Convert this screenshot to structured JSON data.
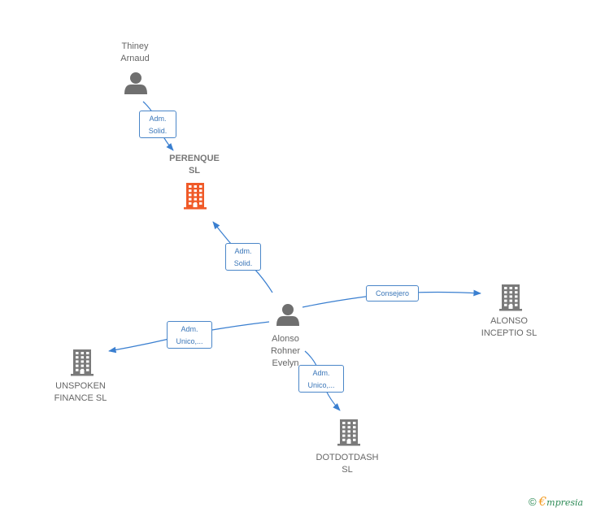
{
  "nodes": [
    {
      "id": "thiney",
      "kind": "person",
      "lines": [
        "Thiney",
        "Arnaud"
      ],
      "highlight": false
    },
    {
      "id": "perenque",
      "kind": "company",
      "lines": [
        "PERENQUE",
        "SL"
      ],
      "highlight": true
    },
    {
      "id": "alonso_person",
      "kind": "person",
      "lines": [
        "Alonso",
        "Rohner",
        "Evelyn"
      ],
      "highlight": false
    },
    {
      "id": "alonso_inceptio",
      "kind": "company",
      "lines": [
        "ALONSO",
        "INCEPTIO SL"
      ],
      "highlight": false
    },
    {
      "id": "unspoken",
      "kind": "company",
      "lines": [
        "UNSPOKEN",
        "FINANCE SL"
      ],
      "highlight": false
    },
    {
      "id": "dotdotdash",
      "kind": "company",
      "lines": [
        "DOTDOTDASH",
        "SL"
      ],
      "highlight": false
    }
  ],
  "edges": [
    {
      "id": "e1",
      "from": "thiney",
      "to": "perenque",
      "lines": [
        "Adm.",
        "Solid."
      ]
    },
    {
      "id": "e2",
      "from": "alonso_person",
      "to": "perenque",
      "lines": [
        "Adm.",
        "Solid."
      ]
    },
    {
      "id": "e3",
      "from": "alonso_person",
      "to": "alonso_inceptio",
      "lines": [
        "Consejero"
      ]
    },
    {
      "id": "e4",
      "from": "alonso_person",
      "to": "unspoken",
      "lines": [
        "Adm.",
        "Unico,..."
      ]
    },
    {
      "id": "e5",
      "from": "alonso_person",
      "to": "dotdotdash",
      "lines": [
        "Adm.",
        "Unico,..."
      ]
    }
  ],
  "colors": {
    "edge": "#3a7fd0",
    "person_icon": "#6f6f6f",
    "company_icon": "#7a7a7a",
    "highlight_company": "#f05a28"
  },
  "brand": {
    "copyright": "©",
    "initial": "€",
    "rest": "mpresia"
  }
}
